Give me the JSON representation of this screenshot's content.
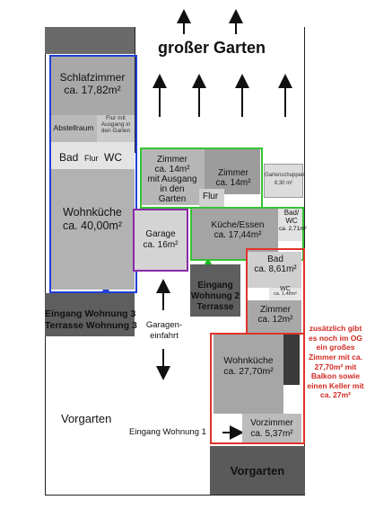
{
  "labels": {
    "garden_back": "großer Garten",
    "bedroom": "Schlafzimmer",
    "bedroom_area": "ca. 17,82m²",
    "storage": "Abstellraum",
    "hall_exit": "Flur mit Ausgang in den Garten",
    "bath1": "Bad",
    "hall1": "Flur",
    "wc1": "WC",
    "living_kitchen1": "Wohnküche",
    "living_kitchen1_area": "ca. 40,00m²",
    "entrance3": "Eingang Wohnung 3",
    "terrace3": "Terrasse Wohnung 3",
    "room_exit": "Zimmer",
    "room_exit_area": "ca. 14m²",
    "room_exit_note1": "mit Ausgang",
    "room_exit_note2": "in den",
    "room_exit_note3": "Garten",
    "room2": "Zimmer",
    "room2_area": "ca. 14m²",
    "hall2": "Flur",
    "shed": "Gartenschuppen",
    "shed_area": "8,30 m²",
    "garage": "Garage",
    "garage_area": "ca. 16m²",
    "kitchen2": "Küche/Essen",
    "kitchen2_area": "ca. 17,44m²",
    "bath2": "Bad/",
    "bath2b": "WC",
    "bath2_area": "ca. 2,71m²",
    "entrance2": "Eingang",
    "entrance2b": "Wohnung 2",
    "terrace2": "Terrasse",
    "bath3": "Bad",
    "bath3_area": "ca. 8,61m²",
    "wc3": "WC",
    "wc3_area": "ca. 1,48m²",
    "room3": "Zimmer",
    "room3_area": "ca. 12m²",
    "garage_drive1": "Garagen-",
    "garage_drive2": "einfahrt",
    "living_kitchen3": "Wohnküche",
    "living_kitchen3_area": "ca. 27,70m²",
    "front_garden": "Vorgarten",
    "entrance1": "Eingang Wohnung 1",
    "foyer": "Vorzimmer",
    "foyer_area": "ca. 5,37m²",
    "front_garden2": "Vorgarten",
    "note": "zusätzlich gibt es noch im OG ein großes Zimmer mit ca. 27,70m² mit Balkon sowie einen Keller mit ca. 27m²"
  },
  "colors": {
    "unit3_outline": "#1f3fd6",
    "unit2_outline": "#35c335",
    "unit1_outline": "#e0332a",
    "garage_outline": "#8a2aa8",
    "arrow_green": "#1fb81f",
    "arrow_blue": "#1f3fd6",
    "dark_block": "#5a5a5a"
  }
}
